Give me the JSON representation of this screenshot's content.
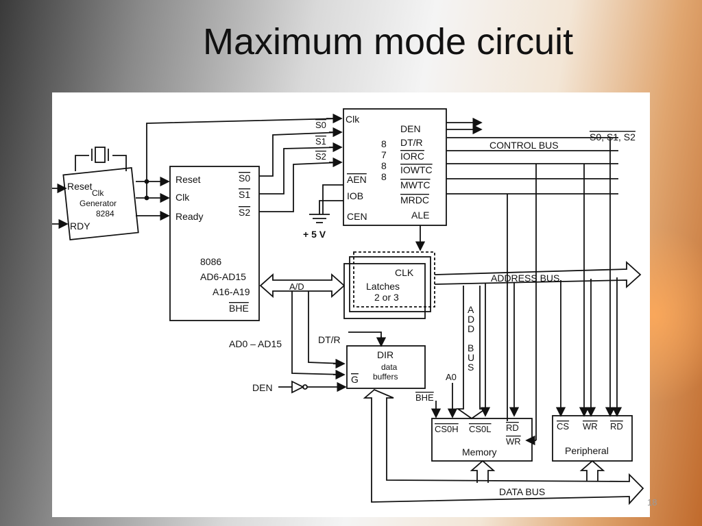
{
  "slide": {
    "title": "Maximum mode circuit",
    "slide_number": "18"
  },
  "diagram": {
    "clock_generator": {
      "name": "Clk\nGenerator\n8284",
      "pins": {
        "reset": "Reset",
        "rdy": "RDY"
      }
    },
    "cpu": {
      "name": "8086",
      "pins": {
        "reset": "Reset",
        "clk": "Clk",
        "ready": "Ready",
        "s0": "S0",
        "s1": "S1",
        "s2": "S2",
        "ad": "AD6-AD15",
        "a": "A16-A19",
        "bhe": "BHE"
      }
    },
    "bus_controller": {
      "name": "8788",
      "pins": {
        "clk": "Clk",
        "aen": "AEN",
        "iob": "IOB",
        "cen": "CEN",
        "den": "DEN",
        "dtr": "DT/R",
        "iorc": "IORC",
        "iowtc": "IOWTC",
        "mwtc": "MWTC",
        "mrdc": "MRDC",
        "ale": "ALE"
      },
      "status_inputs": [
        "S0",
        "S1",
        "S2"
      ]
    },
    "latches": {
      "clk": "CLK",
      "name": "Latches\n2 or 3"
    },
    "data_buffers": {
      "dir": "DIR",
      "name": "data\nbuffers",
      "g": "G"
    },
    "memory": {
      "cs0h": "CS0H",
      "cs0l": "CS0L",
      "rd": "RD",
      "wr": "WR",
      "name": "Memory"
    },
    "peripheral": {
      "cs": "CS",
      "wr": "WR",
      "rd": "RD",
      "name": "Peripheral"
    },
    "signals": {
      "plus5v": "+ 5 V",
      "ad_mux": "A/D",
      "ad0_ad15": "AD0 – AD15",
      "dtr": "DT/R",
      "den": "DEN",
      "bhe": "BHE",
      "a0": "A0",
      "control_bus": "CONTROL BUS",
      "status_out": "S0, S1, S2",
      "address_bus": "ADDRESS BUS",
      "add_bus_vertical": "ADD BUS",
      "data_bus": "DATA BUS"
    }
  }
}
